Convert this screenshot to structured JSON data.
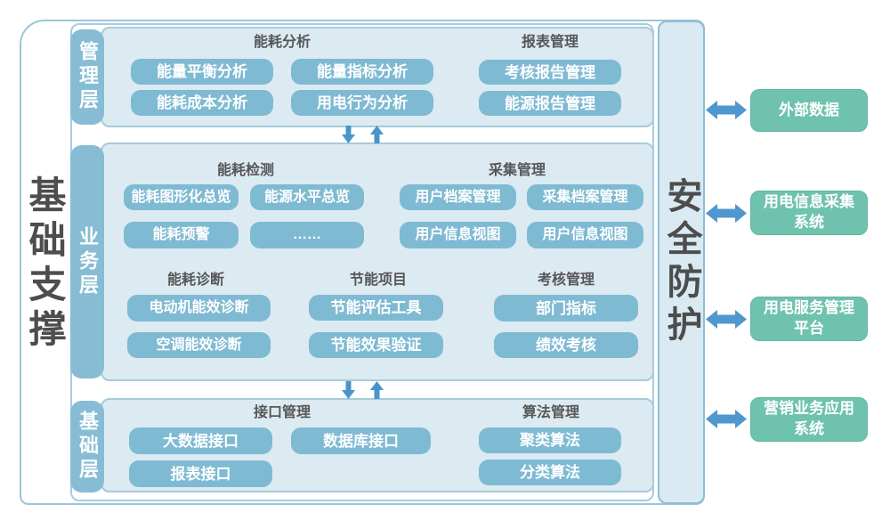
{
  "pillars": {
    "left_label": "基础支撑",
    "right_label": "安全防护"
  },
  "layers": [
    {
      "tab": "管理层",
      "sections": [
        {
          "title": "能耗分析",
          "boxes": [
            "能量平衡分析",
            "能量指标分析",
            "能耗成本分析",
            "用电行为分析"
          ]
        },
        {
          "title": "报表管理",
          "boxes": [
            "考核报告管理",
            "能源报告管理"
          ]
        }
      ]
    },
    {
      "tab": "业务层",
      "sections": [
        {
          "title": "能耗检测",
          "boxes": [
            "能耗图形化总览",
            "能源水平总览",
            "能耗预警",
            "……"
          ]
        },
        {
          "title": "采集管理",
          "boxes": [
            "用户档案管理",
            "采集档案管理",
            "用户信息视图",
            "用户信息视图"
          ]
        },
        {
          "title": "能耗诊断",
          "boxes": [
            "电动机能效诊断",
            "空调能效诊断"
          ]
        },
        {
          "title": "节能项目",
          "boxes": [
            "节能评估工具",
            "节能效果验证"
          ]
        },
        {
          "title": "考核管理",
          "boxes": [
            "部门指标",
            "绩效考核"
          ]
        }
      ]
    },
    {
      "tab": "基础层",
      "sections": [
        {
          "title": "接口管理",
          "boxes": [
            "大数据接口",
            "数据库接口",
            "报表接口"
          ]
        },
        {
          "title": "算法管理",
          "boxes": [
            "聚类算法",
            "分类算法"
          ]
        }
      ]
    }
  ],
  "external_systems": [
    {
      "label": "外部数据"
    },
    {
      "label": "用电信息采集\n系统"
    },
    {
      "label": "用电服务管理\n平台"
    },
    {
      "label": "营销业务应用\n系统"
    }
  ],
  "icons": {
    "vertical_pair": "up-down-double-arrow",
    "horizontal": "left-right-double-arrow"
  },
  "colors": {
    "panel_fill": "#dceaf2",
    "panel_border": "#a6cbdc",
    "module_fill": "#7fbad3",
    "tab_fill": "#86bdd4",
    "external_fill": "#6fc2ae",
    "arrow_blue": "#4f97ce",
    "pillar_text": "#4d4d4d",
    "heading_text": "#575757"
  }
}
